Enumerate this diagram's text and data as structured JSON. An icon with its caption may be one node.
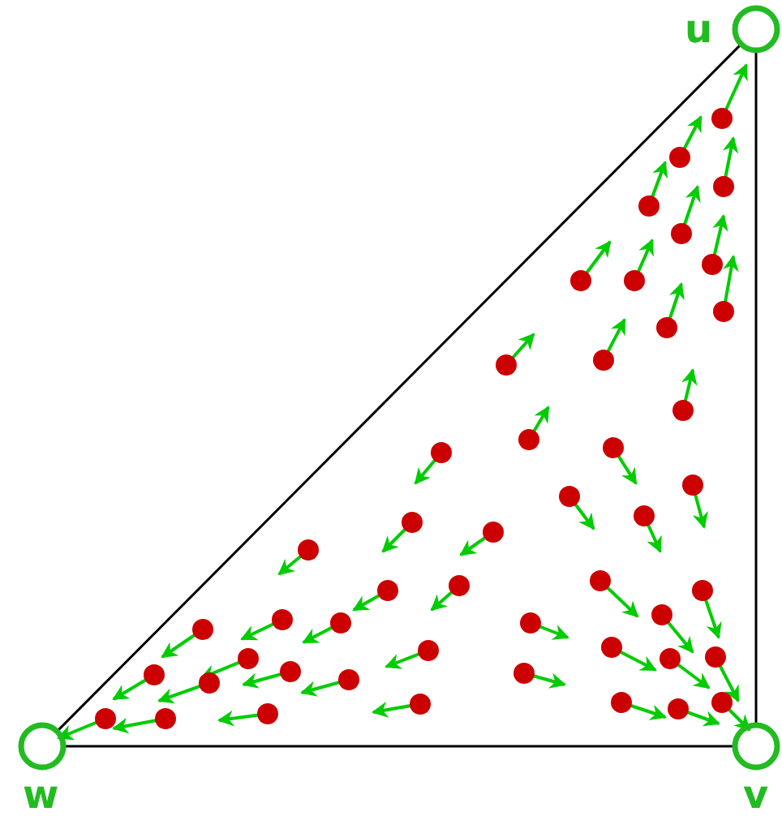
{
  "diagram": {
    "nodes": [
      {
        "text": [
          "u"
        ]
      },
      {
        "text": [
          "v"
        ]
      },
      {
        "text": [
          "w"
        ]
      }
    ],
    "edges": [
      {
        "from": 2,
        "to": 0,
        "arrow": "none"
      },
      {
        "from": 0,
        "to": 1,
        "arrow": "none"
      },
      {
        "from": 1,
        "to": 2,
        "arrow": "none"
      }
    ]
  }
}
